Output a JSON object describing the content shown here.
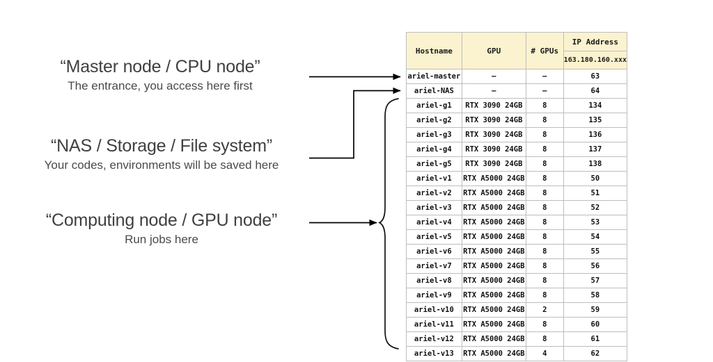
{
  "annotations": [
    {
      "id": "master",
      "title": "“Master node / CPU node”",
      "subtitle": "The entrance, you access here first"
    },
    {
      "id": "nas",
      "title": "“NAS / Storage / File system”",
      "subtitle": "Your codes, environments will be saved here"
    },
    {
      "id": "gpu",
      "title": "“Computing node / GPU node”",
      "subtitle": "Run jobs here"
    }
  ],
  "table": {
    "headers": {
      "hostname": "Hostname",
      "gpu": "GPU",
      "num_gpus": "# GPUs",
      "ip_address": "IP Address",
      "ip_prefix": "163.180.160.xxx"
    },
    "rows": [
      {
        "hostname": "ariel-master",
        "gpu": "–",
        "num_gpus": "–",
        "ip": "63"
      },
      {
        "hostname": "ariel-NAS",
        "gpu": "–",
        "num_gpus": "–",
        "ip": "64"
      },
      {
        "hostname": "ariel-g1",
        "gpu": "RTX 3090 24GB",
        "num_gpus": "8",
        "ip": "134"
      },
      {
        "hostname": "ariel-g2",
        "gpu": "RTX 3090 24GB",
        "num_gpus": "8",
        "ip": "135"
      },
      {
        "hostname": "ariel-g3",
        "gpu": "RTX 3090 24GB",
        "num_gpus": "8",
        "ip": "136"
      },
      {
        "hostname": "ariel-g4",
        "gpu": "RTX 3090 24GB",
        "num_gpus": "8",
        "ip": "137"
      },
      {
        "hostname": "ariel-g5",
        "gpu": "RTX 3090 24GB",
        "num_gpus": "8",
        "ip": "138"
      },
      {
        "hostname": "ariel-v1",
        "gpu": "RTX A5000 24GB",
        "num_gpus": "8",
        "ip": "50"
      },
      {
        "hostname": "ariel-v2",
        "gpu": "RTX A5000 24GB",
        "num_gpus": "8",
        "ip": "51"
      },
      {
        "hostname": "ariel-v3",
        "gpu": "RTX A5000 24GB",
        "num_gpus": "8",
        "ip": "52"
      },
      {
        "hostname": "ariel-v4",
        "gpu": "RTX A5000 24GB",
        "num_gpus": "8",
        "ip": "53"
      },
      {
        "hostname": "ariel-v5",
        "gpu": "RTX A5000 24GB",
        "num_gpus": "8",
        "ip": "54"
      },
      {
        "hostname": "ariel-v6",
        "gpu": "RTX A5000 24GB",
        "num_gpus": "8",
        "ip": "55"
      },
      {
        "hostname": "ariel-v7",
        "gpu": "RTX A5000 24GB",
        "num_gpus": "8",
        "ip": "56"
      },
      {
        "hostname": "ariel-v8",
        "gpu": "RTX A5000 24GB",
        "num_gpus": "8",
        "ip": "57"
      },
      {
        "hostname": "ariel-v9",
        "gpu": "RTX A5000 24GB",
        "num_gpus": "8",
        "ip": "58"
      },
      {
        "hostname": "ariel-v10",
        "gpu": "RTX A5000 24GB",
        "num_gpus": "2",
        "ip": "59"
      },
      {
        "hostname": "ariel-v11",
        "gpu": "RTX A5000 24GB",
        "num_gpus": "8",
        "ip": "60"
      },
      {
        "hostname": "ariel-v12",
        "gpu": "RTX A5000 24GB",
        "num_gpus": "8",
        "ip": "61"
      },
      {
        "hostname": "ariel-v13",
        "gpu": "RTX A5000 24GB",
        "num_gpus": "4",
        "ip": "62"
      }
    ]
  },
  "colors": {
    "header_fill": "#fbf3cf",
    "border": "#bdbdbd",
    "text": "#111111",
    "annotation_text": "#404040",
    "connector": "#000000"
  }
}
